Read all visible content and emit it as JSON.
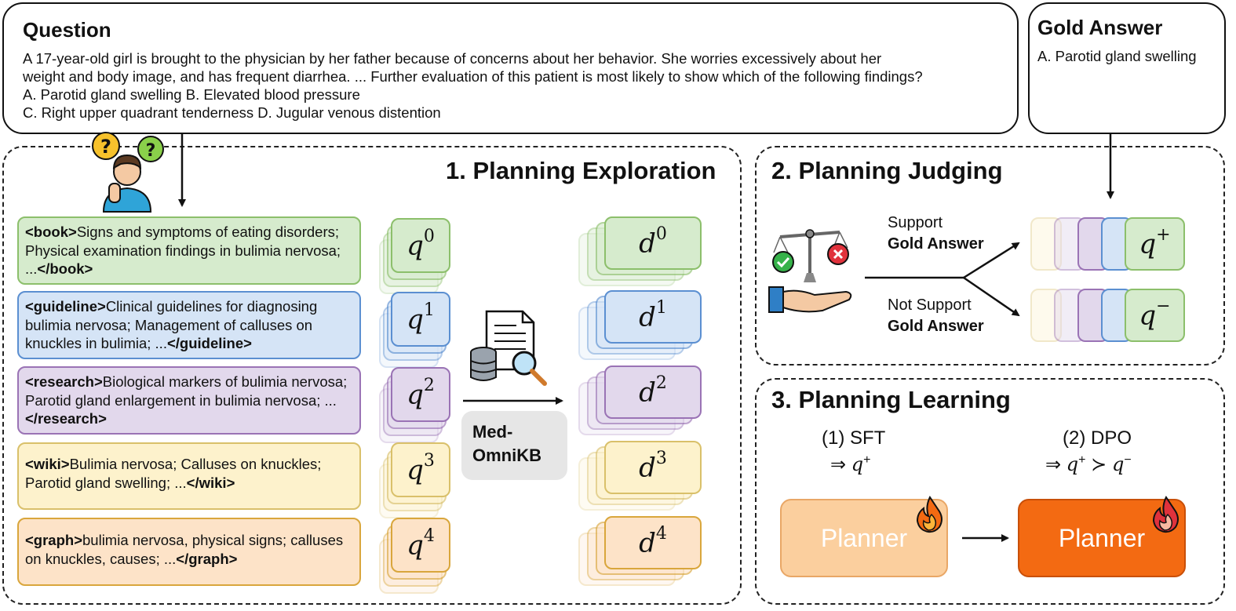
{
  "question": {
    "title": "Question",
    "line1": "A 17-year-old girl is brought to the physician by her father because of concerns about her behavior. She worries excessively about her",
    "line2": "weight and body image, and has frequent diarrhea.  ... Further evaluation of this patient is most likely to show which of the following findings?",
    "line3": "A. Parotid gland swelling B. Elevated blood pressure",
    "line4": "C. Right upper quadrant tenderness D. Jugular venous distention"
  },
  "gold": {
    "title": "Gold Answer",
    "answer": "A. Parotid gland swelling"
  },
  "exploration": {
    "title": "1. Planning Exploration",
    "sources": [
      {
        "open": "<book>",
        "text": "Signs and symptoms of eating disorders; Physical examination findings in bulimia nervosa; ...",
        "close": "</book>",
        "color": "#8cbf6b",
        "fill": "#d6ebcd"
      },
      {
        "open": "<guideline>",
        "text": "Clinical guidelines for diagnosing bulimia nervosa; Management of calluses on knuckles in bulimia; ...",
        "close": "</guideline>",
        "color": "#5b8fd1",
        "fill": "#d5e4f6"
      },
      {
        "open": "<research>",
        "text": "Biological markers of bulimia nervosa; Parotid gland enlargement in bulimia nervosa; ...",
        "close": "</research>",
        "color": "#9a73b5",
        "fill": "#e2d8ec"
      },
      {
        "open": "<wiki>",
        "text": "Bulimia nervosa; Calluses on knuckles; Parotid gland swelling; ...",
        "close": "</wiki>",
        "color": "#d9c06a",
        "fill": "#fdf2cc"
      },
      {
        "open": "<graph>",
        "text": "bulimia nervosa, physical signs; calluses on knuckles, causes; ...",
        "close": "</graph>",
        "color": "#d9a63c",
        "fill": "#fde3c8"
      }
    ],
    "queries": [
      "0",
      "1",
      "2",
      "3",
      "4"
    ],
    "kb_line1": "Med-",
    "kb_line2": "OmniKB"
  },
  "judging": {
    "title": "2. Planning Judging",
    "support_line1": "Support",
    "support_line2": "Gold Answer",
    "not_line1": "Not Support",
    "not_line2": "Gold Answer",
    "q_plus_sup": "+",
    "q_minus_sup": "−"
  },
  "learning": {
    "title": "3. Planning Learning",
    "sft_label": "(1) SFT",
    "sft_formula_sup": "+",
    "dpo_label": "(2) DPO",
    "dpo_sup1": "+",
    "dpo_sup2": "−",
    "planner1": "Planner",
    "planner2": "Planner"
  },
  "colors": {
    "green": "#8cbf6b",
    "blue": "#5b8fd1",
    "purple": "#9a73b5",
    "yellow": "#d9c06a",
    "orange": "#d9a63c",
    "planner_light": "#fbcf9e",
    "planner_dark": "#f36a12"
  },
  "icons": [
    "thinking-person-icon",
    "document-database-search-icon",
    "balance-scale-hand-icon",
    "fire-icon"
  ]
}
